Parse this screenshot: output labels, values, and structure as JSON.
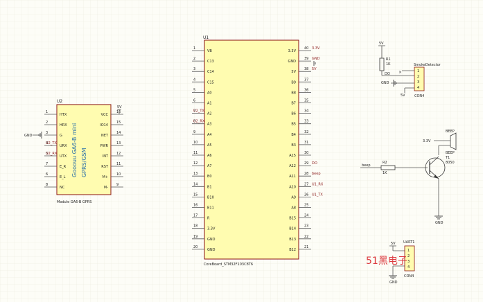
{
  "u1": {
    "ref": "U1",
    "name": "CoreBoard_STM32F103C8T6",
    "left_pins": [
      {
        "num": "1",
        "name": "VB",
        "net": ""
      },
      {
        "num": "2",
        "name": "C13",
        "net": ""
      },
      {
        "num": "3",
        "name": "C14",
        "net": ""
      },
      {
        "num": "4",
        "name": "C15",
        "net": ""
      },
      {
        "num": "5",
        "name": "A0",
        "net": ""
      },
      {
        "num": "6",
        "name": "A1",
        "net": ""
      },
      {
        "num": "7",
        "name": "A2",
        "net": "U2_TX"
      },
      {
        "num": "8",
        "name": "A3",
        "net": "U2_RX"
      },
      {
        "num": "9",
        "name": "A4",
        "net": ""
      },
      {
        "num": "10",
        "name": "A5",
        "net": ""
      },
      {
        "num": "11",
        "name": "A6",
        "net": ""
      },
      {
        "num": "12",
        "name": "A7",
        "net": ""
      },
      {
        "num": "13",
        "name": "B0",
        "net": ""
      },
      {
        "num": "14",
        "name": "B1",
        "net": ""
      },
      {
        "num": "15",
        "name": "B10",
        "net": ""
      },
      {
        "num": "16",
        "name": "B11",
        "net": ""
      },
      {
        "num": "17",
        "name": "R",
        "net": ""
      },
      {
        "num": "18",
        "name": "3.3V",
        "net": ""
      },
      {
        "num": "19",
        "name": "GND",
        "net": ""
      },
      {
        "num": "20",
        "name": "GND",
        "net": ""
      }
    ],
    "right_pins": [
      {
        "num": "40",
        "name": "3.3V",
        "net": "3.3V"
      },
      {
        "num": "39",
        "name": "GND",
        "net": "GND"
      },
      {
        "num": "38",
        "name": "5V",
        "net": "5V"
      },
      {
        "num": "37",
        "name": "B9",
        "net": ""
      },
      {
        "num": "36",
        "name": "B8",
        "net": ""
      },
      {
        "num": "35",
        "name": "B7",
        "net": ""
      },
      {
        "num": "34",
        "name": "B6",
        "net": ""
      },
      {
        "num": "33",
        "name": "B5",
        "net": ""
      },
      {
        "num": "32",
        "name": "B4",
        "net": ""
      },
      {
        "num": "31",
        "name": "B3",
        "net": ""
      },
      {
        "num": "30",
        "name": "A15",
        "net": ""
      },
      {
        "num": "29",
        "name": "A12",
        "net": "DO"
      },
      {
        "num": "28",
        "name": "A11",
        "net": "beep"
      },
      {
        "num": "27",
        "name": "A10",
        "net": "U1_RX"
      },
      {
        "num": "26",
        "name": "A9",
        "net": "U1_TX"
      },
      {
        "num": "25",
        "name": "A8",
        "net": ""
      },
      {
        "num": "24",
        "name": "B15",
        "net": ""
      },
      {
        "num": "23",
        "name": "B14",
        "net": ""
      },
      {
        "num": "22",
        "name": "B13",
        "net": ""
      },
      {
        "num": "21",
        "name": "B12",
        "net": ""
      }
    ]
  },
  "u2": {
    "ref": "U2",
    "name": "Module GA6-B GPRS",
    "body_text_1": "Gooouu GA6-B mini",
    "body_text_2": "GPRS/GSM",
    "left_pins": [
      {
        "num": "1",
        "name": "HTX",
        "net": ""
      },
      {
        "num": "2",
        "name": "HRX",
        "net": ""
      },
      {
        "num": "3",
        "name": "G",
        "net": "GND"
      },
      {
        "num": "4",
        "name": "URX",
        "net": "U2_TX"
      },
      {
        "num": "5",
        "name": "UTX",
        "net": "U2_RX"
      },
      {
        "num": "7",
        "name": "E_R",
        "net": ""
      },
      {
        "num": "6",
        "name": "E_L",
        "net": ""
      },
      {
        "num": "8",
        "name": "NC",
        "net": ""
      }
    ],
    "right_pins": [
      {
        "num": "16",
        "name": "VCC",
        "net": "5V"
      },
      {
        "num": "15",
        "name": "IO14",
        "net": ""
      },
      {
        "num": "14",
        "name": "NET",
        "net": ""
      },
      {
        "num": "13",
        "name": "PWR",
        "net": ""
      },
      {
        "num": "12",
        "name": "INT",
        "net": ""
      },
      {
        "num": "11",
        "name": "RST",
        "net": ""
      },
      {
        "num": "10",
        "name": "M+",
        "net": ""
      },
      {
        "num": "9",
        "name": "M-",
        "net": ""
      }
    ]
  },
  "smoke": {
    "title": "SmokeDetector",
    "type": "CON4",
    "pins": [
      "1",
      "2",
      "3",
      "4"
    ],
    "r_ref": "R1",
    "r_val": "1K",
    "vcc": "5V",
    "do_net": "DO",
    "gnd": "GND",
    "pin4_net": "5V"
  },
  "beep": {
    "buzzer_ref": "BEEP",
    "supply": "3.3V",
    "r_ref": "R2",
    "r_val": "1K",
    "net_in": "beep",
    "t_label": "BEEP",
    "t_ref": "T1",
    "t_part": "8050",
    "gnd": "GND"
  },
  "uart": {
    "ref": "UART1",
    "type": "CON4",
    "pins": [
      "1",
      "2",
      "3",
      "4"
    ],
    "vcc": "5V",
    "gnd": "GND",
    "watermark": "51黑电子"
  }
}
